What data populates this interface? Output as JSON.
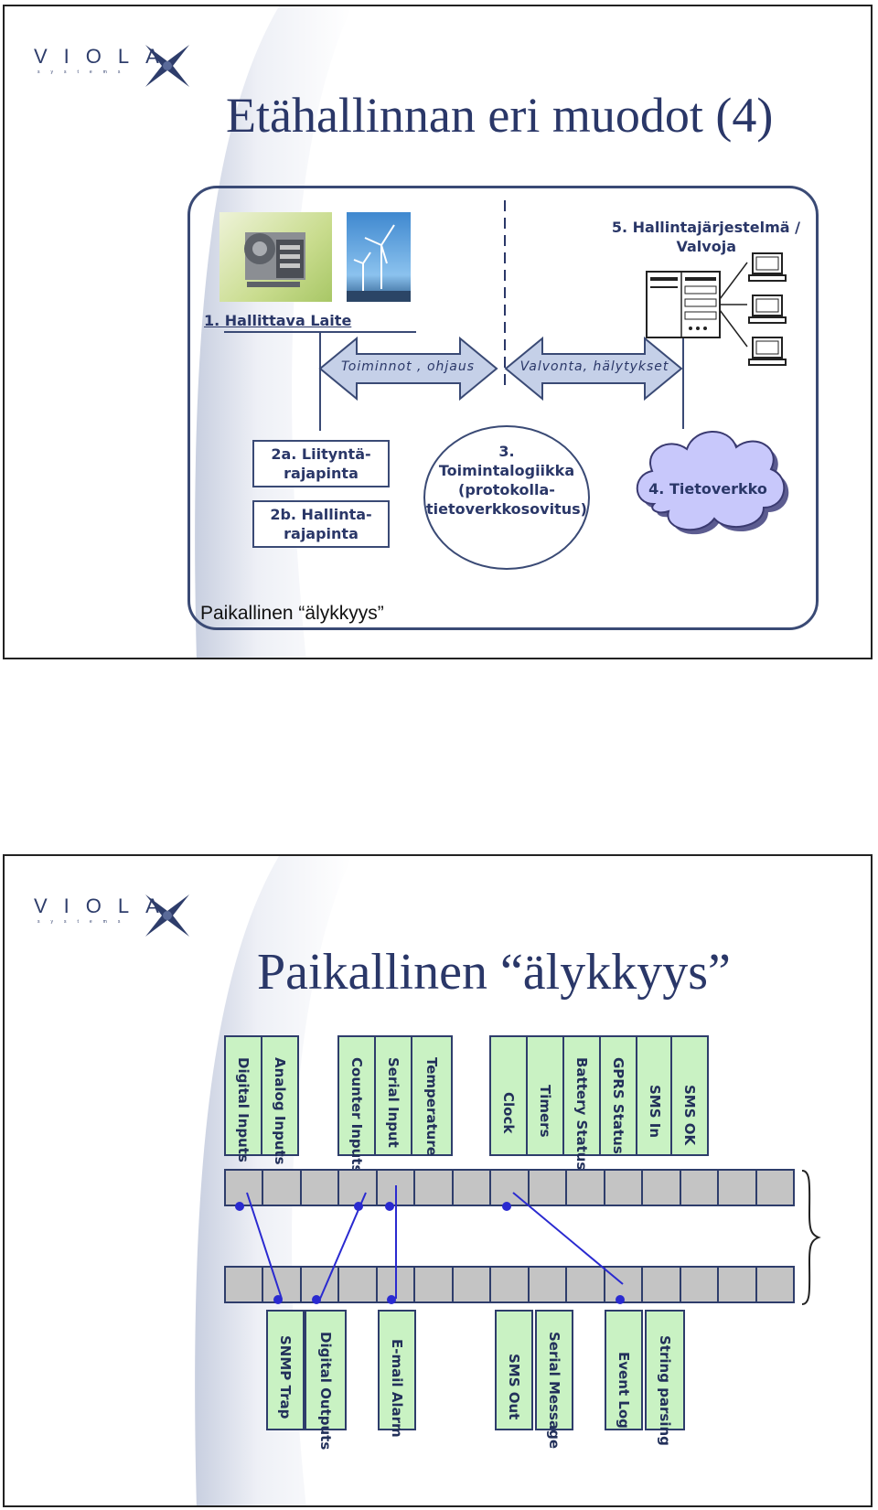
{
  "logo": {
    "text": "VIOLA",
    "subtext": "systems"
  },
  "slide1": {
    "title": "Etähallinnan eri muodot (4)",
    "managed_device": "1. Hallittava Laite",
    "arrow_left": "Toiminnot , ohjaus",
    "arrow_right": "Valvonta, hälytykset",
    "mgmt_system": [
      "5. Hallintajärjestelmä /",
      "Valvoja"
    ],
    "interface_2a": [
      "2a. Liityntä-",
      "rajapinta"
    ],
    "interface_2b": [
      "2b. Hallinta-",
      "rajapinta"
    ],
    "logic": [
      "3.",
      "Toimintalogiikka",
      "(protokolla-",
      "tietoverkkosovitus)"
    ],
    "network": "4. Tietoverkko",
    "footer": "Paikallinen “älykkyys”"
  },
  "slide2": {
    "title": "Paikallinen “älykkyys”",
    "inputs": [
      "Digital Inputs",
      "Analog Inputs",
      "Counter Inputs",
      "Serial Input",
      "Temperature",
      "Clock",
      "Timers",
      "Battery Status",
      "GPRS Status",
      "SMS In",
      "SMS OK"
    ],
    "outputs": [
      "SNMP Trap",
      "Digital Outputs",
      "E-mail Alarm",
      "SMS Out",
      "Serial Message",
      "Event Log",
      "String parsing"
    ]
  },
  "colors": {
    "navy": "#2a3768",
    "green_box": "#c9f2c3",
    "register_gray": "#c4c4c4",
    "cloud": "#c8c8fb",
    "arrow_fill": "#c5d0e8",
    "link_blue": "#2a2ad0"
  }
}
